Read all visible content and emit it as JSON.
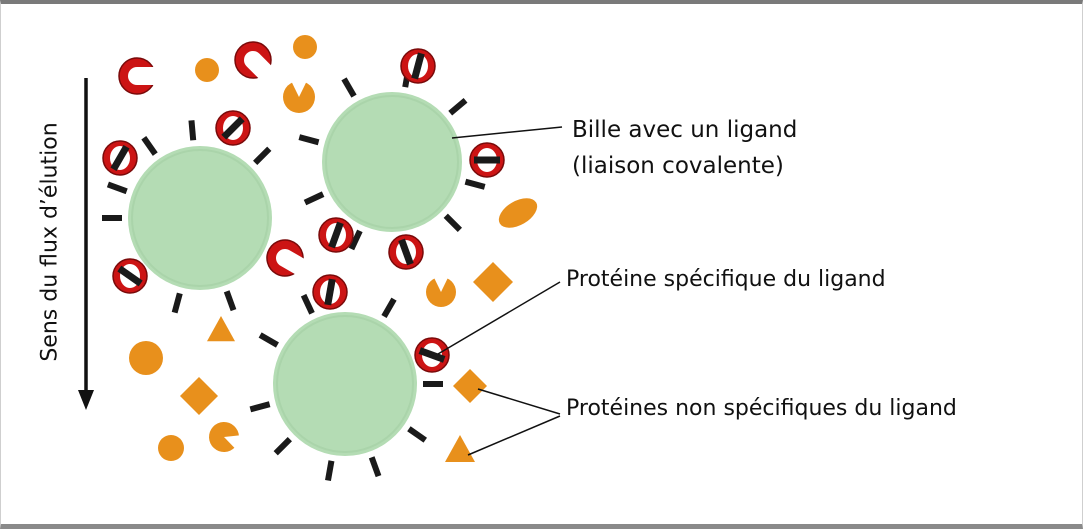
{
  "labels": {
    "bead_line1": "Bille avec un ligand",
    "bead_line2": "(liaison covalente)",
    "specific_protein": "Protéine spécifique du ligand",
    "nonspecific_proteins": "Protéines non spécifiques du ligand"
  },
  "flow_direction_label": "Sens du flux d’élution",
  "colors": {
    "bead": "#b4dcb4",
    "ligand": "#1a1a1a",
    "specific_protein": "#cc1414",
    "nonspecific_protein": "#e8901c",
    "text": "#111111"
  }
}
